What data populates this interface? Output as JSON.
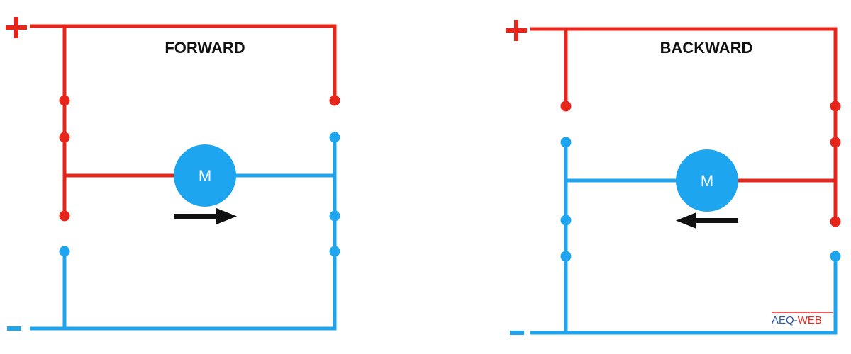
{
  "colors": {
    "positive": "#e8251b",
    "negative": "#1ea5f0",
    "motor": "#1ea5f0",
    "arrow": "#111111",
    "logo_left": "#2a5aa8",
    "logo_right": "#e8251b"
  },
  "diagrams": [
    {
      "title": "FORWARD",
      "plus_label": "+",
      "minus_label": "-",
      "motor_label": "M",
      "arrow_direction": "right"
    },
    {
      "title": "BACKWARD",
      "plus_label": "+",
      "minus_label": "-",
      "motor_label": "M",
      "arrow_direction": "left"
    }
  ],
  "logo": {
    "left_text": "AEQ-",
    "right_text": "WEB"
  }
}
